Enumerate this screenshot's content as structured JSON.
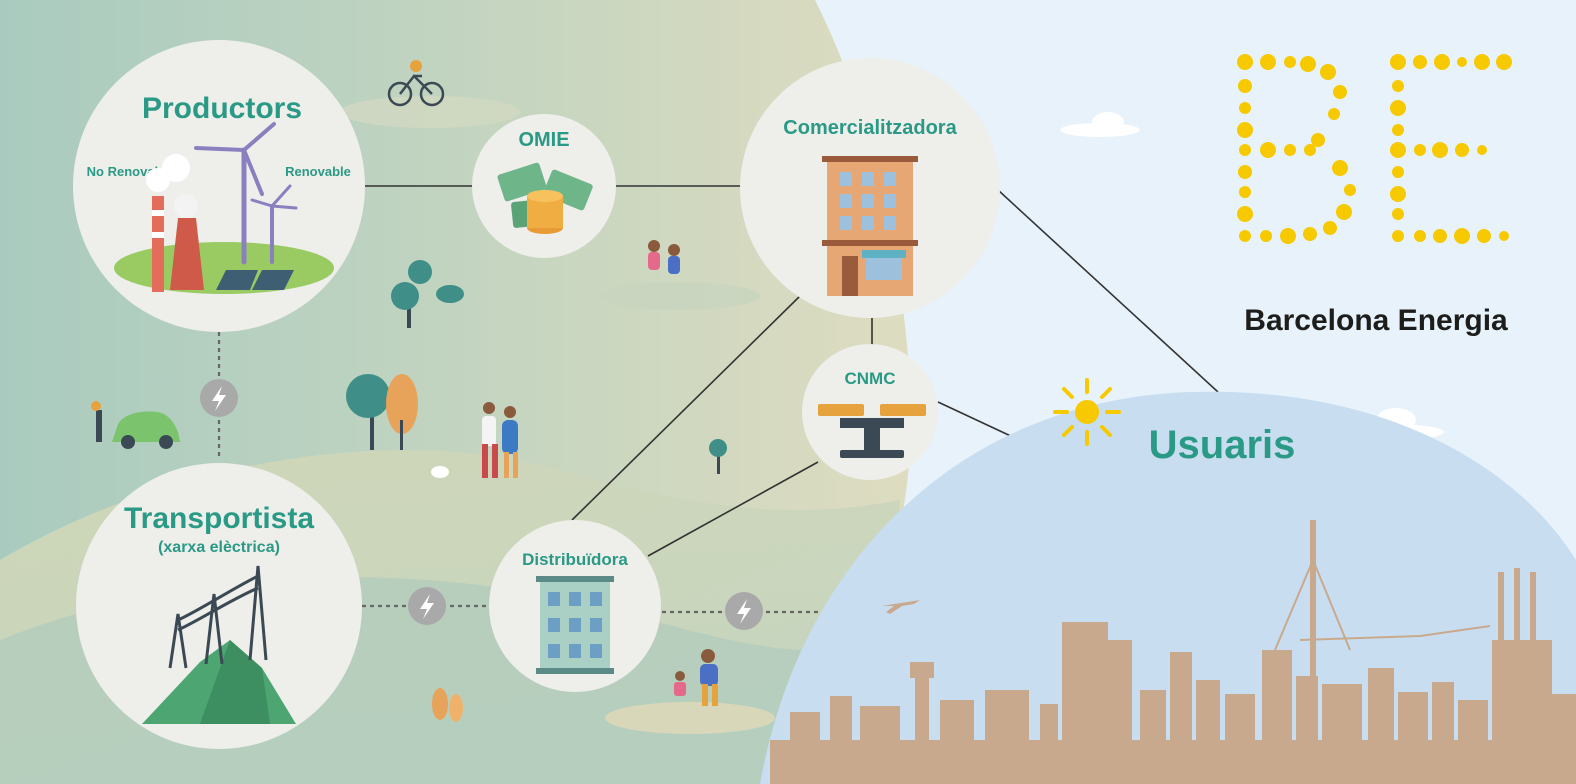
{
  "nodes": {
    "productors": {
      "label": "Productors",
      "left_label": "No Renovable",
      "right_label": "Renovable"
    },
    "omie": {
      "label": "OMIE"
    },
    "comercialitzadora": {
      "label": "Comercialitzadora"
    },
    "cnmc": {
      "label": "CNMC"
    },
    "transportista": {
      "label": "Transportista",
      "sublabel": "(xarxa elèctrica)"
    },
    "distribuidora": {
      "label": "Distribuïdora"
    },
    "usuaris": {
      "label": "Usuaris"
    }
  },
  "brand": {
    "name": "Barcelona Energia",
    "logo_letters": "BE"
  },
  "colors": {
    "accent_teal": "#2a9a86",
    "logo_yellow": "#f6c900",
    "skyline": "#c9a98d",
    "sky_light": "#e7f2fb",
    "dome_blue": "#c8def0"
  },
  "icons": [
    "lightning-icon",
    "wind-turbine-icon",
    "power-plant-icon",
    "money-icon",
    "building-icon",
    "scale-icon",
    "pylon-icon",
    "sun-icon",
    "cloud-icon",
    "airplane-icon",
    "electric-car-icon",
    "bicycle-icon"
  ]
}
